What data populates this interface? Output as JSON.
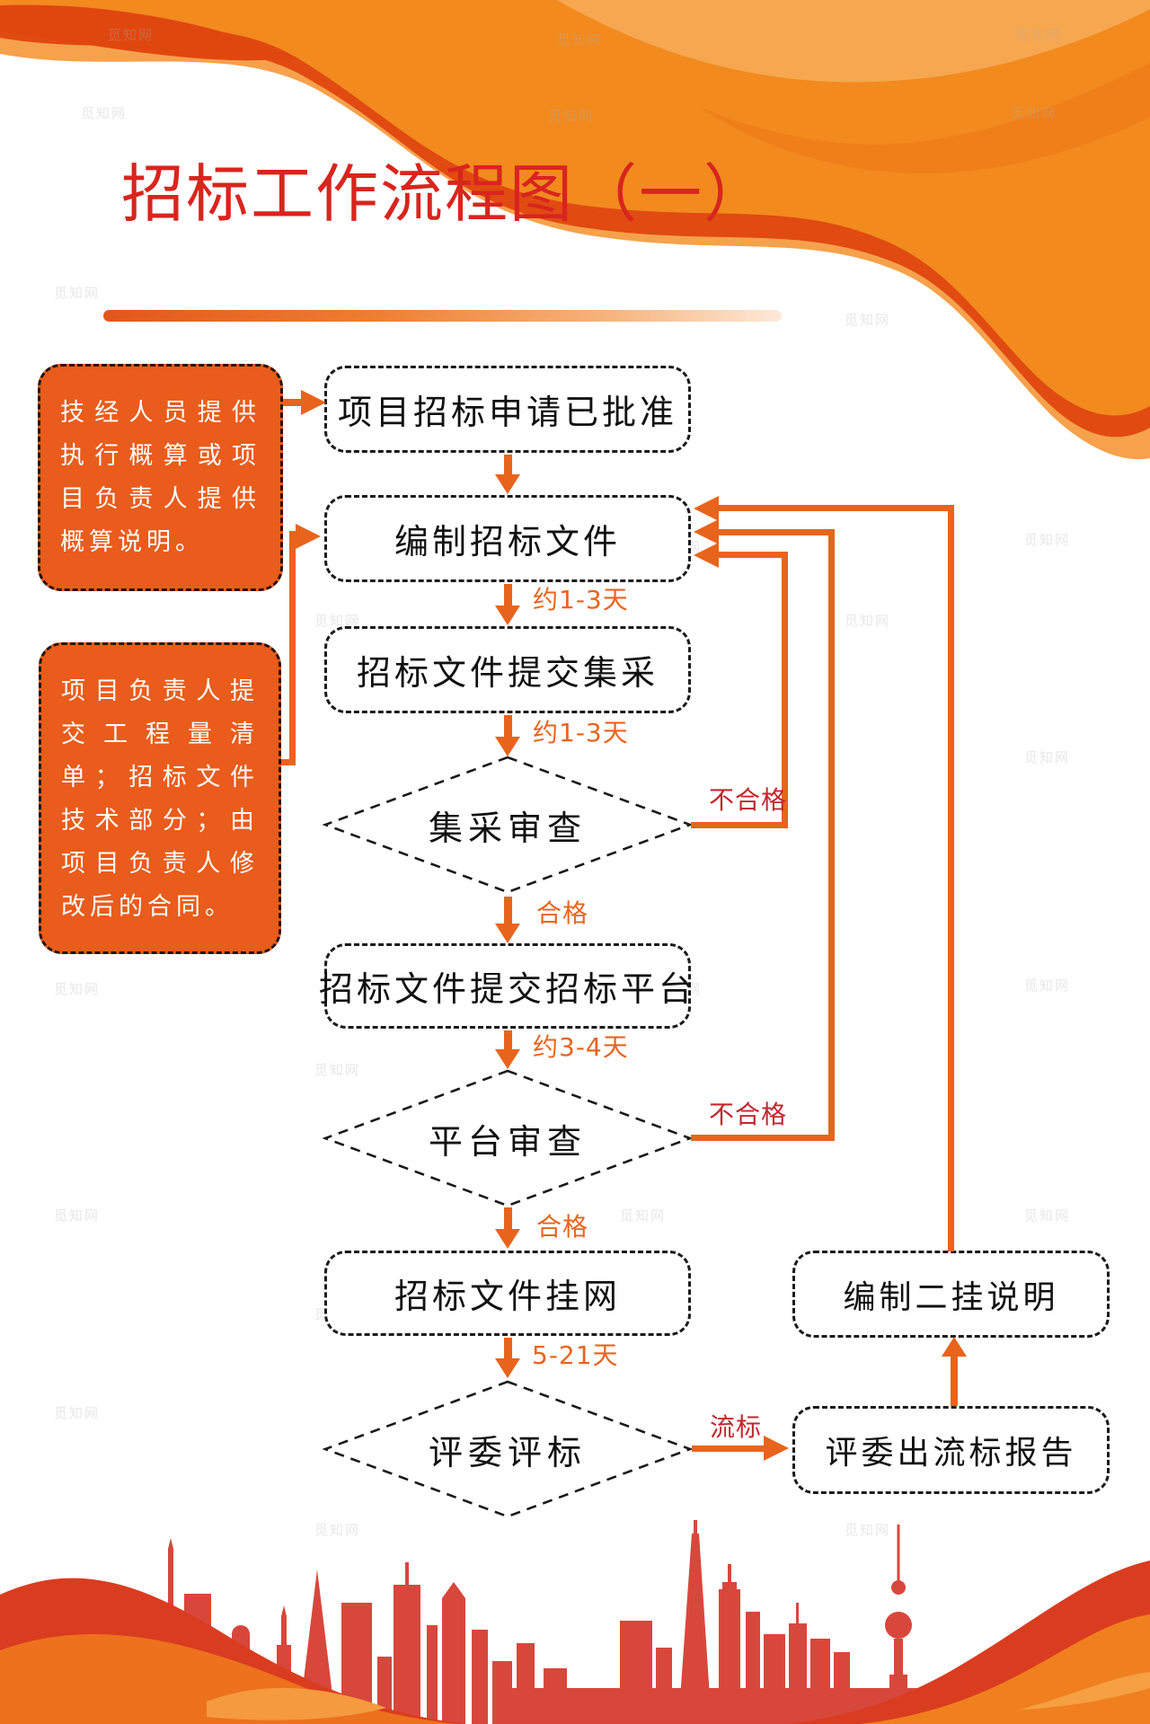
{
  "watermark": "觅知网",
  "title": "招标工作流程图（一）",
  "notes": {
    "note1": "技经人员提供执行概算或项目负责人提供概算说明。",
    "note2": "项目负责人提交工程量清单；招标文件技术部分；由项目负责人修改后的合同。"
  },
  "nodes": {
    "approved": "项目招标申请已批准",
    "compile": "编制招标文件",
    "submit_jicai": "招标文件提交集采",
    "jicai_review": "集采审查",
    "submit_platform": "招标文件提交招标平台",
    "platform_review": "平台审查",
    "publish": "招标文件挂网",
    "evaluate": "评委评标",
    "second_note": "编制二挂说明",
    "report": "评委出流标报告"
  },
  "edge_labels": {
    "days_1_3_a": "约1-3天",
    "days_1_3_b": "约1-3天",
    "pass_a": "合格",
    "days_3_4": "约3-4天",
    "pass_b": "合格",
    "days_5_21": "5-21天",
    "fail_a": "不合格",
    "fail_b": "不合格",
    "flow_fail": "流标"
  },
  "colors": {
    "accent_orange": "#e8641d",
    "banner_orange": "#f28a1e",
    "banner_red": "#e14a10",
    "note_fill": "#e95c1b",
    "title_red": "#d8251d",
    "fail_label_red": "#c2272d",
    "skyline_red": "#d8473c"
  }
}
